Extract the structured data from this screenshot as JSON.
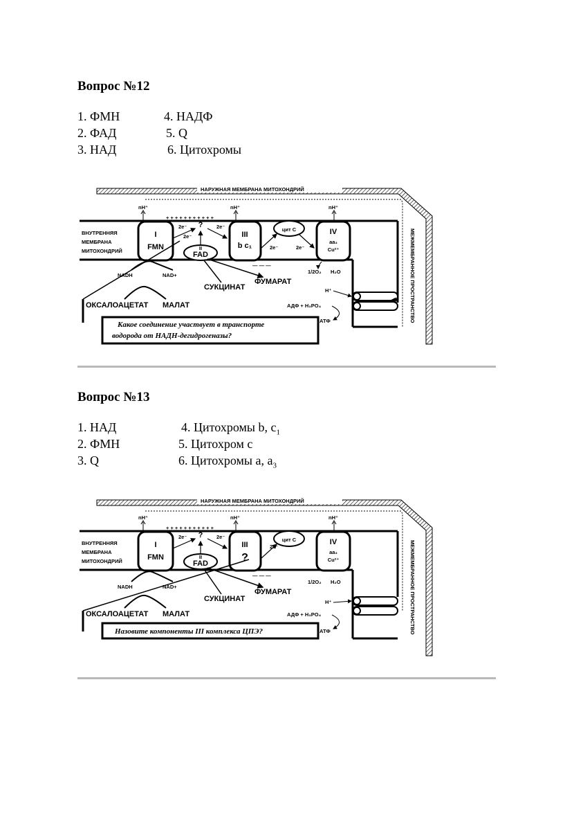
{
  "questions": [
    {
      "title": "Вопрос №12",
      "options": [
        "1. ФМН",
        "4. НАДФ",
        "2. ФАД",
        "5. Q",
        "3. НАД",
        "6. Цитохромы"
      ],
      "diagram": {
        "outer_membrane": "НАРУЖНАЯ   МЕМБРАНА   МИТОХОНДРИЙ",
        "inner_membrane": [
          "ВНУТРЕННЯЯ",
          "МЕМБРАНА",
          "МИТОХОНДРИЙ"
        ],
        "intermembrane": "МЕЖМЕМБРАННОЕ ПРОСТРАНСТВО",
        "nh": "nH⁺",
        "e2": "2e⁻",
        "q_mark": "?",
        "c1_roman": "I",
        "c1_name": "FMN",
        "c2_roman": "II",
        "c2_name": "FAD",
        "c3_roman": "III",
        "c3_name": "b c₁",
        "cytc": "цит C",
        "c4_roman": "IV",
        "c4_line1": "aa₃",
        "c4_line2": "Cu²⁺",
        "o2": "1/2O₂",
        "h2o": "H₂O",
        "nadh": "NADH",
        "nad": "NAD+",
        "succinate": "СУКЦИНАТ",
        "fumarate": "ФУМАРАТ",
        "oxaloacetate": "ОКСАЛОАЦЕТАТ",
        "malate": "МАЛАТ",
        "hplus": "H⁺",
        "adp": "АДФ + H₃PO₄",
        "atp": "АТФ",
        "question": [
          "Какое соединение участвует в транспорте",
          "водорода от НАДН-дегидрогеназы?"
        ]
      }
    },
    {
      "title": "Вопрос №13",
      "options": [
        "1. НАД",
        "4. Цитохромы b, c",
        "1",
        "2. ФМН",
        "5. Цитохром c",
        "3. Q",
        "6. Цитохромы a, a",
        "3"
      ],
      "diagram": {
        "outer_membrane": "НАРУЖНАЯ   МЕМБРАНА   МИТОХОНДРИЙ",
        "inner_membrane": [
          "ВНУТРЕННЯЯ",
          "МЕМБРАНА",
          "МИТОХОНДРИЙ"
        ],
        "intermembrane": "МЕЖМЕМБРАННОЕ ПРОСТРАНСТВО",
        "nh": "nH⁺",
        "e2": "2e⁻",
        "q_mark": "?",
        "c1_roman": "I",
        "c1_name": "FMN",
        "c2_roman": "II",
        "c2_name": "FAD",
        "c3_roman": "III",
        "c3_name": "?",
        "cytc": "цит C",
        "c4_roman": "IV",
        "c4_line1": "aa₃",
        "c4_line2": "Cu²⁺",
        "o2": "1/2O₂",
        "h2o": "H₂O",
        "nadh": "NADH",
        "nad": "NAD+",
        "succinate": "СУКЦИНАТ",
        "fumarate": "ФУМАРАТ",
        "oxaloacetate": "ОКСАЛОАЦЕТАТ",
        "malate": "МАЛАТ",
        "hplus": "H⁺",
        "adp": "АДФ + H₃PO₄",
        "atp": "АТФ",
        "question": [
          "Назовите компоненты III комплекса ЦПЭ?"
        ]
      }
    }
  ]
}
